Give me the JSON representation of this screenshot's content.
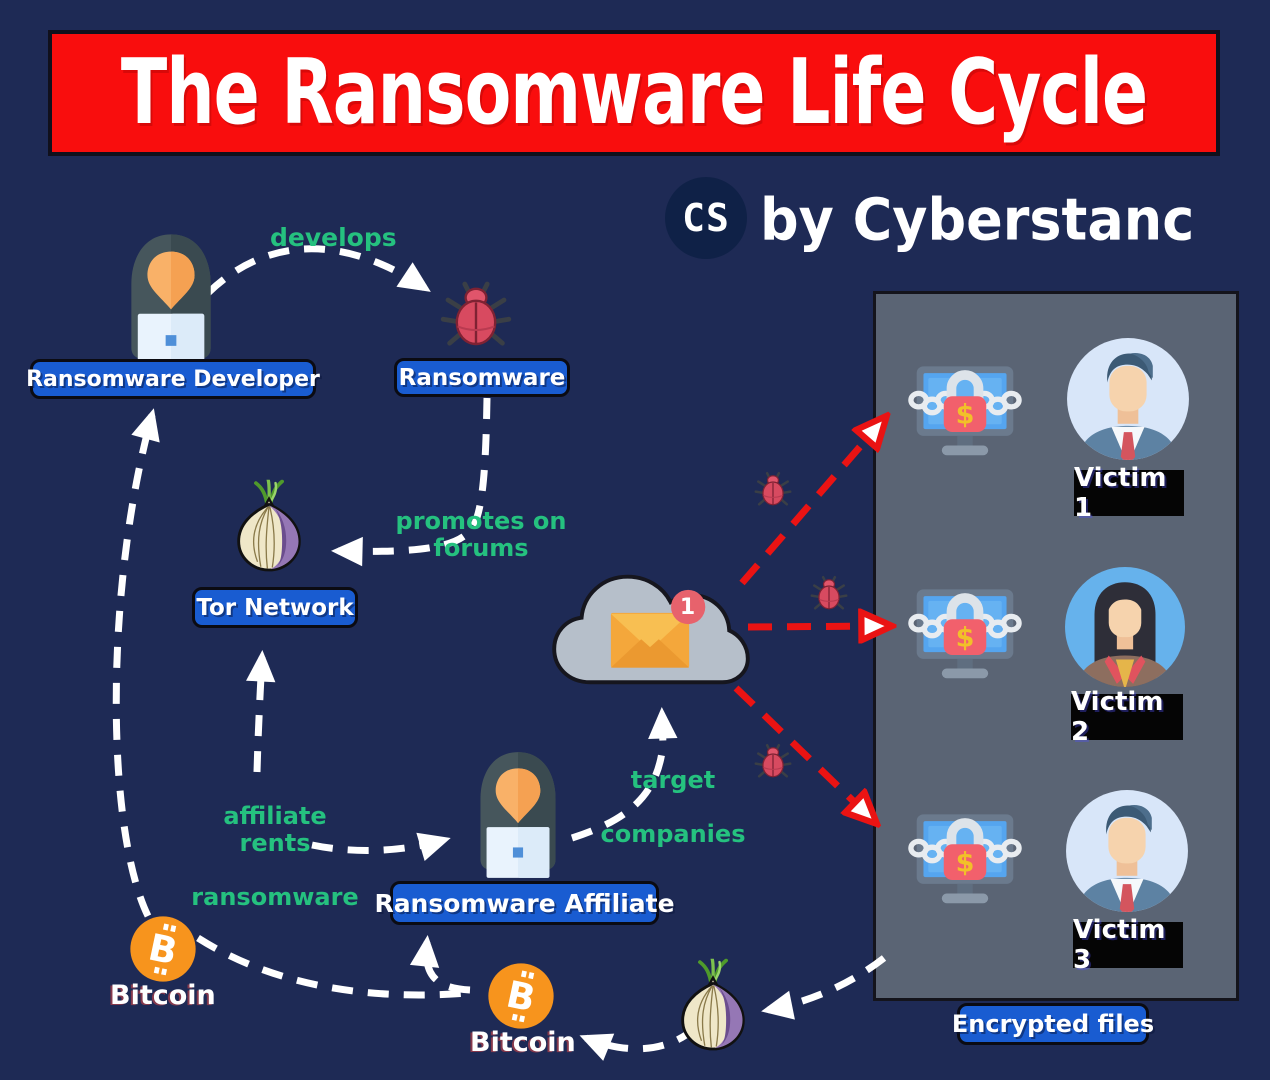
{
  "title": {
    "text": "The Ransomware Life Cycle"
  },
  "branding": {
    "logo_text": "CS",
    "byline": "by Cyberstanc"
  },
  "nodes": {
    "developer": {
      "label": "Ransomware Developer"
    },
    "ransomware": {
      "label": "Ransomware"
    },
    "tor_network": {
      "label": "Tor Network"
    },
    "affiliate": {
      "label": "Ransomware Affiliate"
    },
    "bitcoin_left": {
      "label": "Bitcoin"
    },
    "bitcoin_bottom": {
      "label": "Bitcoin"
    },
    "encrypted_files": {
      "label": "Encrypted files"
    },
    "victims": [
      {
        "label": "Victim 1"
      },
      {
        "label": "Victim 2"
      },
      {
        "label": "Victim 3"
      }
    ],
    "email_badge_count": "1"
  },
  "edge_labels": {
    "develops": "develops",
    "promotes": "promotes on forums",
    "rents_line1": "affiliate rents",
    "rents_line2": "ransomware",
    "target_line1": "target",
    "target_line2": "companies"
  },
  "icons": {
    "hooded_hacker": "hacker-icon",
    "bug": "ransomware-bug-icon",
    "onion": "tor-onion-icon",
    "cloud_mail": "cloud-email-icon",
    "bitcoin_symbol": "B",
    "lock_dollar_symbol": "$",
    "locked_monitor": "encrypted-computer-icon",
    "avatar_man": "male-victim-avatar",
    "avatar_woman": "female-victim-avatar"
  },
  "colors": {
    "background": "#1e2a55",
    "banner_red": "#f90d0d",
    "label_blue": "#195cd1",
    "edge_green": "#25c17f",
    "panel_gray": "#5a6474",
    "bitcoin_orange": "#f7941d",
    "attack_red": "#ea1313"
  }
}
